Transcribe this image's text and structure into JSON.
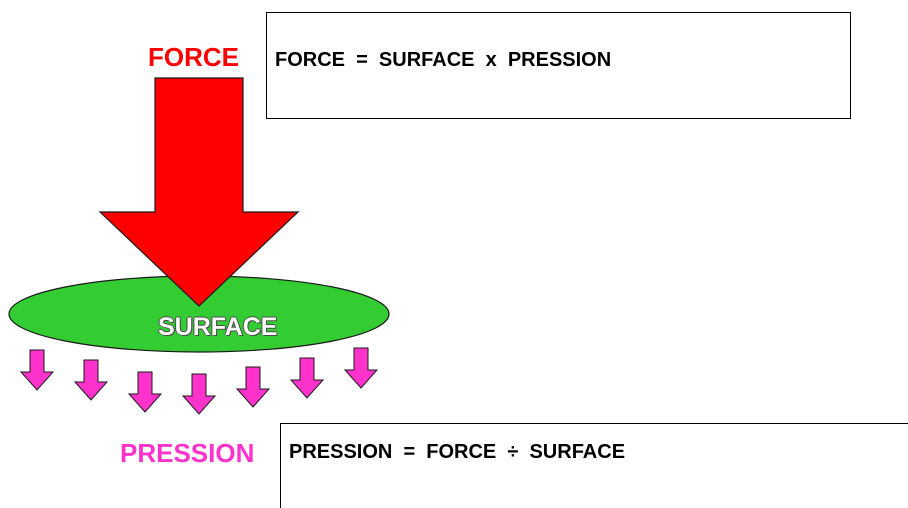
{
  "labels": {
    "force": "FORCE",
    "surface": "SURFACE",
    "pression": "PRESSION"
  },
  "formulas": {
    "top": "FORCE  =  SURFACE  x  PRESSION",
    "bottom": "PRESSION  =  FORCE  ÷  SURFACE"
  },
  "colors": {
    "force": "#ff0000",
    "surface_fill": "#33cc33",
    "pression": "#ff33cc",
    "outline": "#1a1a1a"
  },
  "icons": {
    "force_arrow": "arrow-down-icon",
    "pressure_arrow": "arrow-down-icon"
  }
}
